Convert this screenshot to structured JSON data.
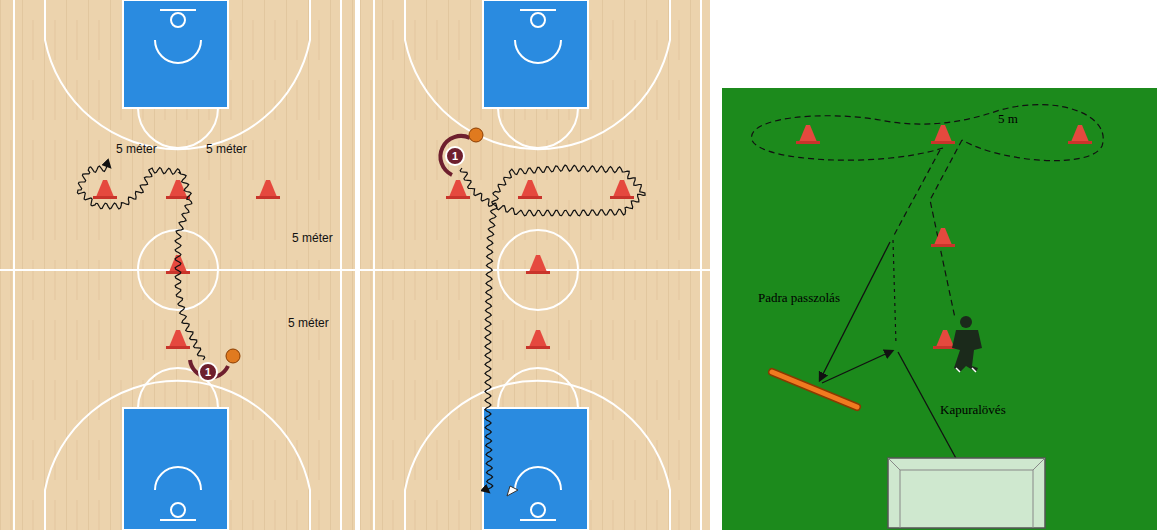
{
  "diagram": {
    "nodes": [
      {
        "text": [
          "1"
        ]
      },
      {
        "text": [
          "1"
        ]
      }
    ],
    "labels": [
      "5 méter",
      "5 méter",
      "5 méter",
      "5 méter",
      "5 m",
      "Padra passzolás",
      "Kapuralövés"
    ]
  }
}
